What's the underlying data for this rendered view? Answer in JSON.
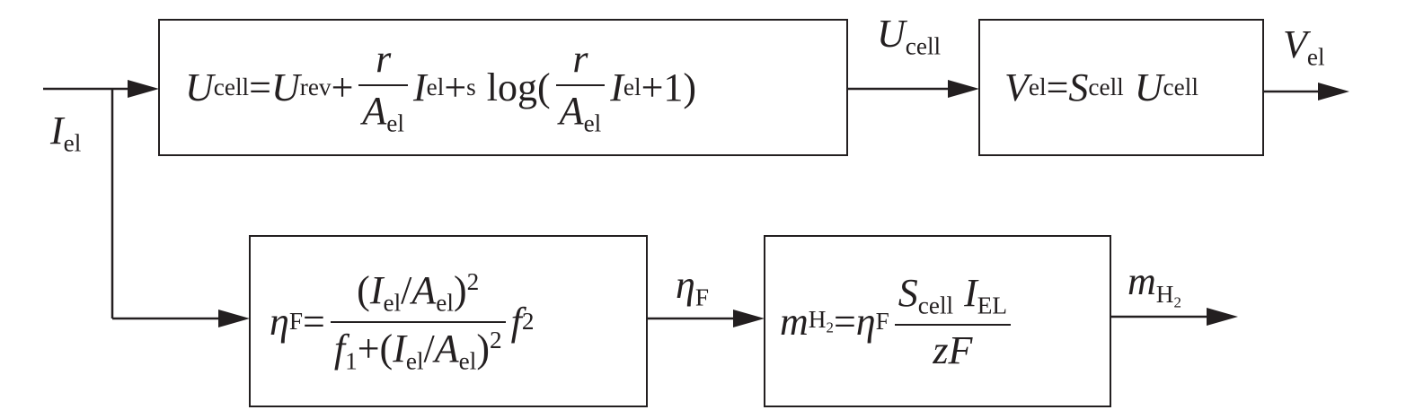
{
  "blocks": {
    "voltage": {
      "U": "U",
      "cell": "cell",
      "eq": "=",
      "rev": "rev",
      "plus": "+",
      "r": "r",
      "A": "A",
      "el": "el",
      "I": "I",
      "s": "s",
      "log_open": "log(",
      "plus_one": "+1)"
    },
    "stack_voltage": {
      "V": "V",
      "el": "el",
      "eq": "=",
      "S": "S",
      "cell": "cell",
      "U": "U"
    },
    "faraday": {
      "eta": "η",
      "F": "F",
      "eq": "=",
      "lp": "(",
      "I": "I",
      "el": "el",
      "slash": "/",
      "A": "A",
      "rp": ")",
      "two": "2",
      "f": "f",
      "one": "1",
      "plus": "+"
    },
    "hydrogen": {
      "m": "m",
      "H": "H",
      "two": "2",
      "eq": "=",
      "eta": "η",
      "F": "F",
      "S": "S",
      "cell": "cell",
      "I": "I",
      "EL": "EL",
      "z": "z"
    }
  },
  "signals": {
    "I_el": {
      "sym": "I",
      "sub": "el"
    },
    "U_cell": {
      "sym": "U",
      "sub": "cell"
    },
    "V_el": {
      "sym": "V",
      "sub": "el"
    },
    "eta_F": {
      "sym": "η",
      "sub": "F"
    },
    "m_H2": {
      "sym": "m",
      "sub": "H",
      "subsub": "2"
    }
  }
}
